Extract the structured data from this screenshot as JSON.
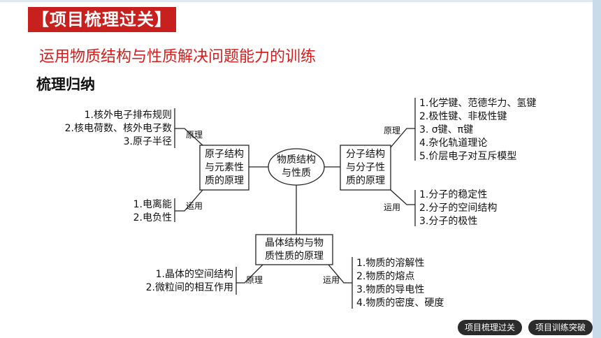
{
  "header": {
    "badge": "【项目梳理过关】",
    "subtitle": "运用物质结构与性质解决问题能力的训练",
    "section": "梳理归纳"
  },
  "mindmap": {
    "center": {
      "line1": "物质结构",
      "line2": "与性质"
    },
    "atom": {
      "title": [
        "原子结构",
        "与元素性",
        "质的原理"
      ],
      "principle_label": "原理",
      "principle_items": [
        "1.核外电子排布规则",
        "2.核电荷数、核外电子数",
        "3.原子半径"
      ],
      "use_label": "运用",
      "use_items": [
        "1.电离能",
        "2.电负性"
      ]
    },
    "molecule": {
      "title": [
        "分子结构",
        "与分子性",
        "质的原理"
      ],
      "principle_label": "原理",
      "principle_items": [
        "1.化学键、范德华力、氢键",
        "2.极性键、非极性键",
        "3. σ键、π键",
        "4.杂化轨道理论",
        "5.价层电子对互斥模型"
      ],
      "use_label": "运用",
      "use_items": [
        "1.分子的稳定性",
        "2.分子的空间结构",
        "3.分子的极性"
      ]
    },
    "crystal": {
      "title": [
        "晶体结构与物",
        "质性质的原理"
      ],
      "principle_label": "原理",
      "principle_items": [
        "1.晶体的空间结构",
        "2.微粒间的相互作用"
      ],
      "use_label": "运用",
      "use_items": [
        "1.物质的溶解性",
        "2.物质的熔点",
        "3.物质的导电性",
        "4.物质的密度、硬度"
      ]
    }
  },
  "footer": {
    "nav1": "项目梳理过关",
    "nav2": "项目训练突破"
  },
  "colors": {
    "accent": "#c8201e",
    "subtitle": "#d41e1e",
    "nav": "#2b2b2b"
  }
}
